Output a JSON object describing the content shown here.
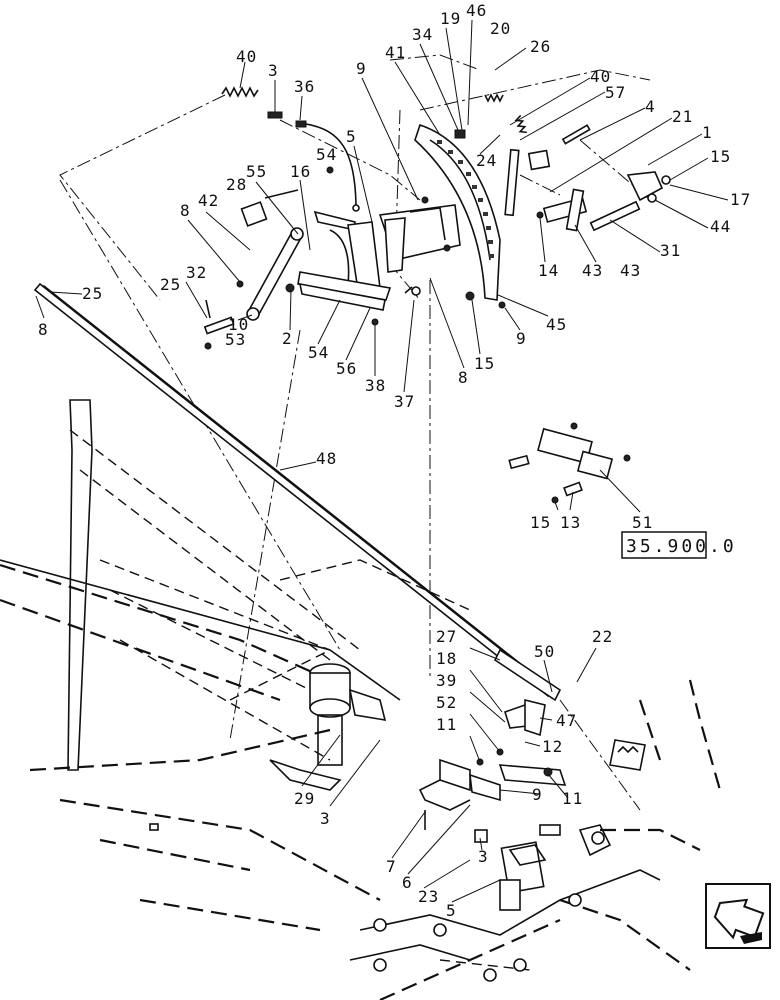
{
  "reference_box": "35.900.0",
  "callouts": [
    {
      "id": "c1",
      "text": "40"
    },
    {
      "id": "c2",
      "text": "3"
    },
    {
      "id": "c3",
      "text": "36"
    },
    {
      "id": "c4",
      "text": "9"
    },
    {
      "id": "c5",
      "text": "41"
    },
    {
      "id": "c6",
      "text": "34"
    },
    {
      "id": "c7",
      "text": "19"
    },
    {
      "id": "c8",
      "text": "46"
    },
    {
      "id": "c9",
      "text": "20"
    },
    {
      "id": "c10",
      "text": "26"
    },
    {
      "id": "c11",
      "text": "40"
    },
    {
      "id": "c12",
      "text": "57"
    },
    {
      "id": "c13",
      "text": "4"
    },
    {
      "id": "c14",
      "text": "21"
    },
    {
      "id": "c15",
      "text": "1"
    },
    {
      "id": "c16",
      "text": "15"
    },
    {
      "id": "c17",
      "text": "17"
    },
    {
      "id": "c18",
      "text": "44"
    },
    {
      "id": "c19",
      "text": "31"
    },
    {
      "id": "c20",
      "text": "43"
    },
    {
      "id": "c21",
      "text": "43"
    },
    {
      "id": "c22",
      "text": "14"
    },
    {
      "id": "c23",
      "text": "24"
    },
    {
      "id": "c24",
      "text": "5"
    },
    {
      "id": "c25",
      "text": "54"
    },
    {
      "id": "c26",
      "text": "16"
    },
    {
      "id": "c27",
      "text": "55"
    },
    {
      "id": "c28",
      "text": "28"
    },
    {
      "id": "c29",
      "text": "42"
    },
    {
      "id": "c30",
      "text": "8"
    },
    {
      "id": "c31",
      "text": "25"
    },
    {
      "id": "c32",
      "text": "8"
    },
    {
      "id": "c33",
      "text": "25"
    },
    {
      "id": "c34",
      "text": "32"
    },
    {
      "id": "c35",
      "text": "10"
    },
    {
      "id": "c36",
      "text": "2"
    },
    {
      "id": "c37",
      "text": "53"
    },
    {
      "id": "c38",
      "text": "54"
    },
    {
      "id": "c39",
      "text": "56"
    },
    {
      "id": "c40",
      "text": "38"
    },
    {
      "id": "c41",
      "text": "37"
    },
    {
      "id": "c42",
      "text": "8"
    },
    {
      "id": "c43",
      "text": "15"
    },
    {
      "id": "c44",
      "text": "9"
    },
    {
      "id": "c45",
      "text": "45"
    },
    {
      "id": "c46",
      "text": "48"
    },
    {
      "id": "c47",
      "text": "15"
    },
    {
      "id": "c48",
      "text": "13"
    },
    {
      "id": "c49",
      "text": "51"
    },
    {
      "id": "c50",
      "text": "22"
    },
    {
      "id": "c51",
      "text": "50"
    },
    {
      "id": "c52",
      "text": "27"
    },
    {
      "id": "c53",
      "text": "18"
    },
    {
      "id": "c54",
      "text": "39"
    },
    {
      "id": "c55",
      "text": "52"
    },
    {
      "id": "c56",
      "text": "11"
    },
    {
      "id": "c57",
      "text": "47"
    },
    {
      "id": "c58",
      "text": "12"
    },
    {
      "id": "c59",
      "text": "9"
    },
    {
      "id": "c60",
      "text": "11"
    },
    {
      "id": "c61",
      "text": "29"
    },
    {
      "id": "c62",
      "text": "3"
    },
    {
      "id": "c63",
      "text": "7"
    },
    {
      "id": "c64",
      "text": "6"
    },
    {
      "id": "c65",
      "text": "3"
    },
    {
      "id": "c66",
      "text": "23"
    },
    {
      "id": "c67",
      "text": "5"
    }
  ],
  "nav_arrow_icon": "next-page-arrow-icon"
}
